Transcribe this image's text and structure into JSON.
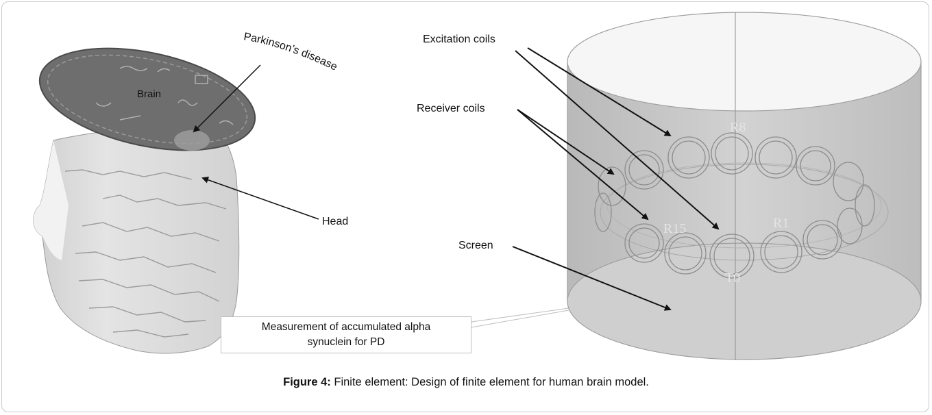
{
  "figure": {
    "caption_label": "Figure 4:",
    "caption_text": " Finite element: Design of finite element for human brain model."
  },
  "head_model": {
    "labels": {
      "parkinsons": "Parkinson’s disease",
      "brain": "Brain",
      "head": "Head"
    },
    "callout_line1": "Measurement of accumulated alpha",
    "callout_line2": "synuclein for PD"
  },
  "coil_model": {
    "labels": {
      "excitation": "Excitation coils",
      "receiver": "Receiver coils",
      "screen": "Screen"
    },
    "coil_ids": {
      "r8": "R8",
      "r15": "R15",
      "r1": "R1",
      "t0": "T0"
    }
  },
  "colors": {
    "head_surface": "#d9d9d9",
    "brain_slice": "#6e6e6e",
    "cylinder_fill": "#c8c8c8",
    "arrow": "#111111"
  }
}
